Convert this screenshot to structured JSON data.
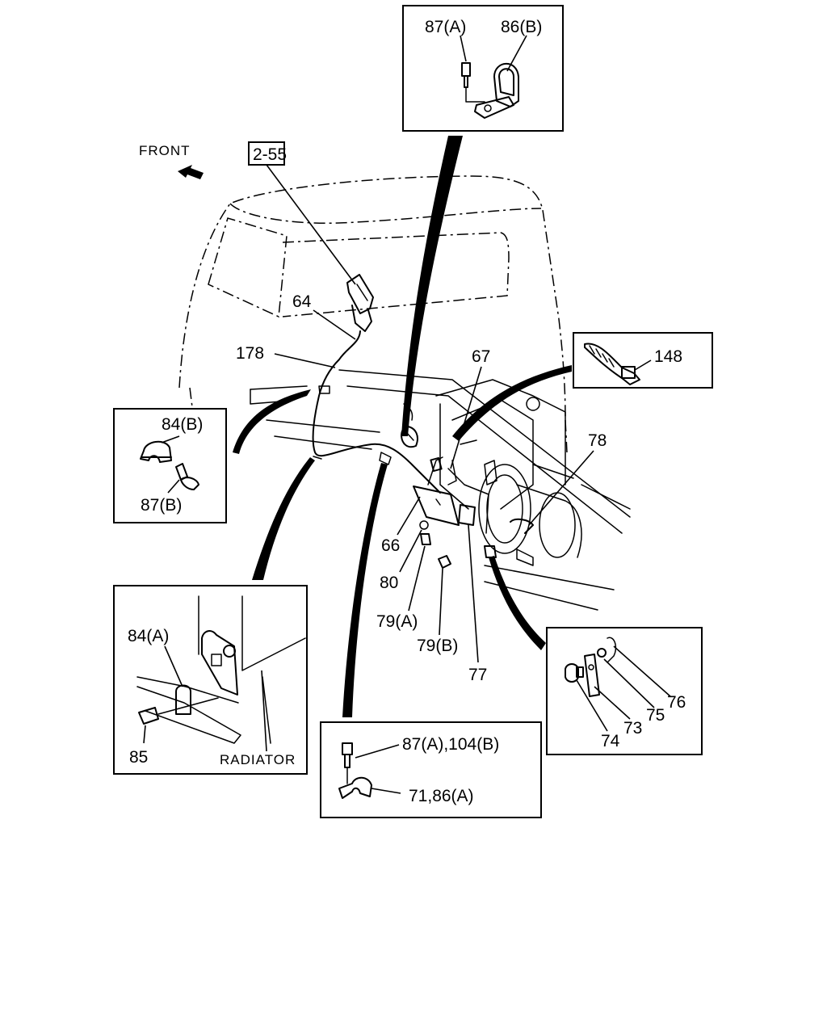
{
  "diagram": {
    "front_label": "FRONT",
    "ref_label": "2-55",
    "radiator_label": "RADIATOR",
    "callouts": {
      "c64": "64",
      "c178": "178",
      "c67": "67",
      "c78": "78",
      "c66": "66",
      "c80": "80",
      "c79a": "79(A)",
      "c79b": "79(B)",
      "c77": "77"
    },
    "detail_top": {
      "bolt": "87(A)",
      "clip": "86(B)"
    },
    "detail_148": {
      "part": "148"
    },
    "detail_left": {
      "clip": "84(B)",
      "bolt": "87(B)"
    },
    "detail_radiator": {
      "clip": "84(A)",
      "bolt": "85"
    },
    "detail_bottom": {
      "bolt": "87(A),104(B)",
      "clip": "71,86(A)"
    },
    "detail_right": {
      "c76": "76",
      "c75": "75",
      "c73": "73",
      "c74": "74"
    }
  }
}
